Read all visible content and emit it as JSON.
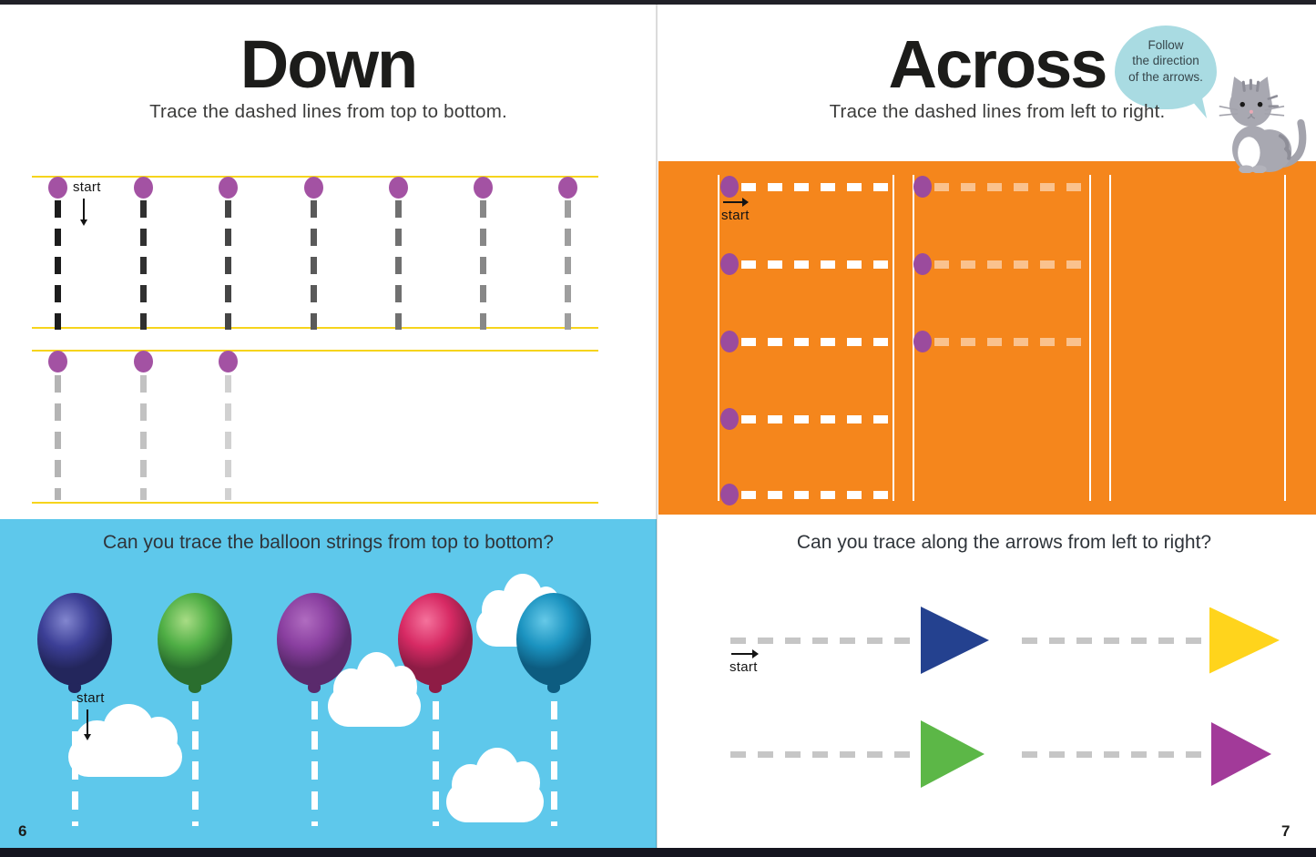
{
  "left_page": {
    "title": "Down",
    "subtitle": "Trace the dashed lines from top to bottom.",
    "start_label": "start",
    "page_number": "6",
    "trace_grid": {
      "dot_color": "#a352a3",
      "guide_line_color": "#f6d41c",
      "rows": [
        {
          "dash_colors": [
            "#1c1c1c",
            "#303030",
            "#454545",
            "#5a5a5a",
            "#707070",
            "#878787",
            "#9e9e9e"
          ]
        },
        {
          "dash_colors": [
            "#b4b4b4",
            "#c2c2c2",
            "#d1d1d1"
          ]
        }
      ]
    },
    "balloon_activity": {
      "heading": "Can you trace the balloon strings from top to bottom?",
      "start_label": "start",
      "background_color": "#5ec8eb",
      "string_color": "#ffffff",
      "balloons": [
        {
          "name": "blue",
          "light": "#8286cf",
          "mid": "#3c3f96",
          "dark": "#23265c"
        },
        {
          "name": "green",
          "light": "#a8dc85",
          "mid": "#4fae45",
          "dark": "#2a6e2e"
        },
        {
          "name": "purple",
          "light": "#b06cc0",
          "mid": "#8a3fa0",
          "dark": "#5a2a6c"
        },
        {
          "name": "pink",
          "light": "#f4729c",
          "mid": "#d72a64",
          "dark": "#8e1c45"
        },
        {
          "name": "teal",
          "light": "#66c9e8",
          "mid": "#1b93c0",
          "dark": "#0d5c80"
        }
      ]
    }
  },
  "right_page": {
    "title": "Across",
    "subtitle": "Trace the dashed lines from left to right.",
    "page_number": "7",
    "speech_bubble": {
      "lines": [
        "Follow",
        "the direction",
        "of the arrows."
      ],
      "color": "#a9dbe2"
    },
    "orange_board": {
      "background_color": "#f5861c",
      "dot_color": "#9b4b9d",
      "dash_color": "#ffffff",
      "start_label": "start",
      "columns": [
        {
          "rows": 5,
          "dash_opacity": 1
        },
        {
          "rows": 3,
          "dash_opacity": 0.5
        },
        {
          "rows": 0,
          "dash_opacity": 1
        }
      ]
    },
    "arrow_activity": {
      "heading": "Can you trace along the arrows from left to right?",
      "start_label": "start",
      "dash_color": "#c6c6c6",
      "rows": [
        {
          "triangle_colors": [
            "#24418f",
            "#ffd41c"
          ]
        },
        {
          "triangle_colors": [
            "#5cb747",
            "#a23a99"
          ]
        }
      ]
    }
  }
}
